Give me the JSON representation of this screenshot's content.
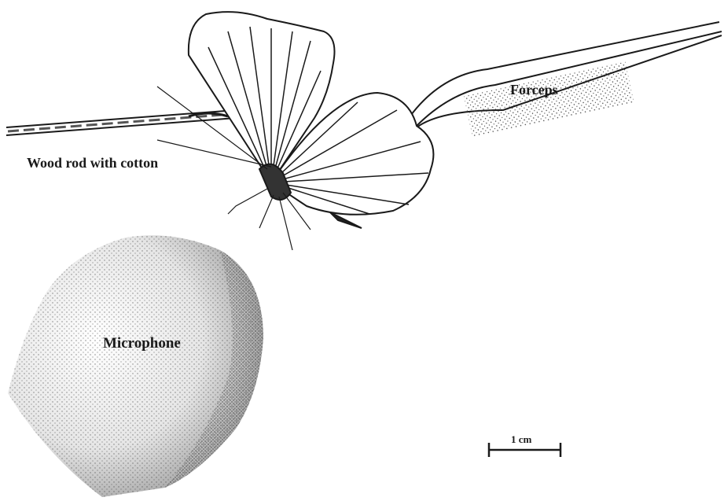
{
  "labels": {
    "wood_rod": "Wood rod with cotton",
    "forceps": "Forceps",
    "microphone": "Microphone",
    "scale_bar": "1 cm"
  },
  "colors": {
    "ink": "#1a1a1a",
    "background": "#ffffff"
  }
}
